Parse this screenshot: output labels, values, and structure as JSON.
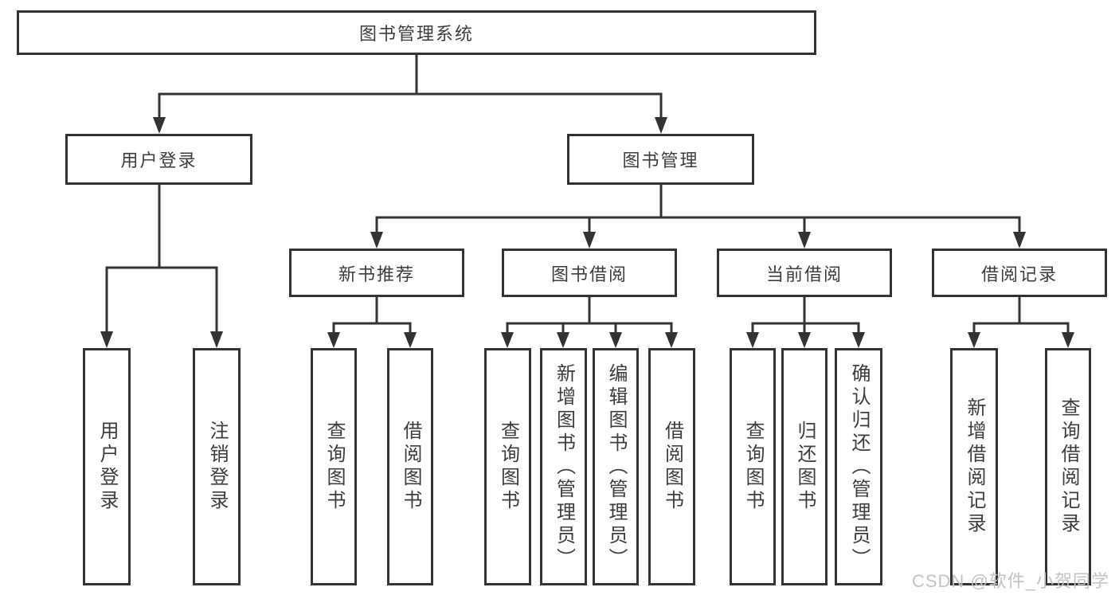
{
  "title": {
    "label": "图书管理系统"
  },
  "branches": {
    "user": {
      "label": "用户登录",
      "leaves": [
        "用户登录",
        "注销登录"
      ]
    },
    "book": {
      "label": "图书管理",
      "modules": [
        {
          "label": "新书推荐",
          "leaves": [
            "查询图书",
            "借阅图书"
          ]
        },
        {
          "label": "图书借阅",
          "leaves": [
            "查询图书",
            "新增图书（管理员）",
            "编辑图书（管理员）",
            "借阅图书"
          ]
        },
        {
          "label": "当前借阅",
          "leaves": [
            "查询图书",
            "归还图书",
            "确认归还（管理员）"
          ]
        },
        {
          "label": "借阅记录",
          "leaves": [
            "新增借阅记录",
            "查询借阅记录"
          ]
        }
      ]
    }
  },
  "watermark": {
    "text": "CSDN @软件_小贺同学"
  },
  "colors": {
    "line": "#333333",
    "text": "#3d3d3d",
    "box_background": "#ffffff",
    "watermark": "#c3c3c3",
    "page_background": "#ffffff"
  }
}
